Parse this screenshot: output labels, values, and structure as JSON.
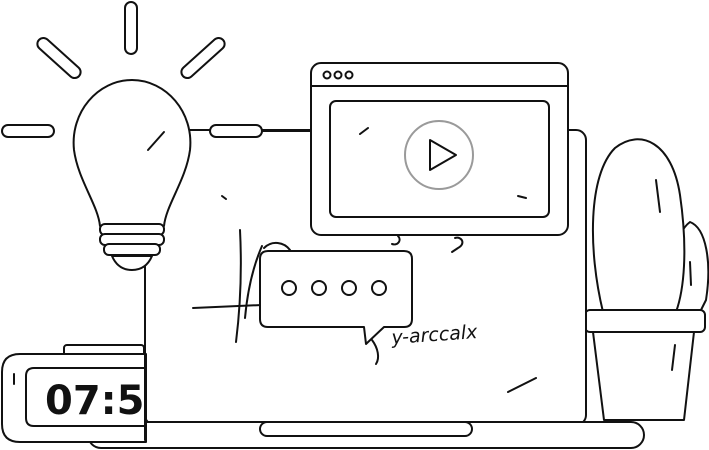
{
  "clock": {
    "time": "07:5"
  },
  "whiteboard": {
    "formula": "y-arccalx"
  },
  "video_window": {
    "dots": 3
  },
  "chat_bubble": {
    "dots": 4
  },
  "colors": {
    "stroke": "#111111",
    "fill": "#ffffff",
    "play_ring": "#9a9a9a"
  }
}
